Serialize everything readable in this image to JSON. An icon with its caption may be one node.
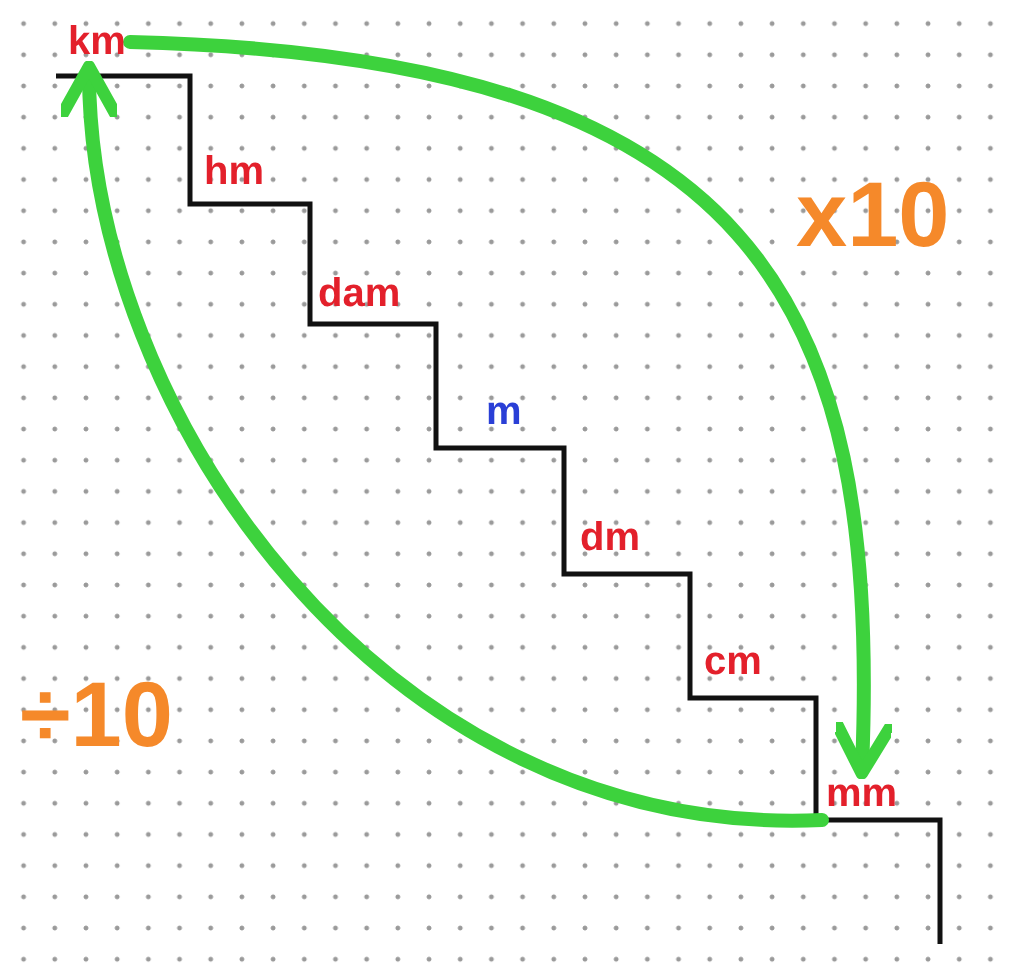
{
  "diagram": {
    "nodes": [
      {
        "text": [
          "km"
        ]
      },
      {
        "text": [
          "hm"
        ]
      },
      {
        "text": [
          "dam"
        ]
      },
      {
        "text": [
          "m"
        ]
      },
      {
        "text": [
          "dm"
        ]
      },
      {
        "text": [
          "cm"
        ]
      },
      {
        "text": [
          "mm"
        ]
      }
    ],
    "edges": [
      {
        "from": 0,
        "to": 6,
        "arrow": "to",
        "label": "x10"
      },
      {
        "from": 6,
        "to": 0,
        "arrow": "to",
        "label": "÷10"
      }
    ]
  }
}
